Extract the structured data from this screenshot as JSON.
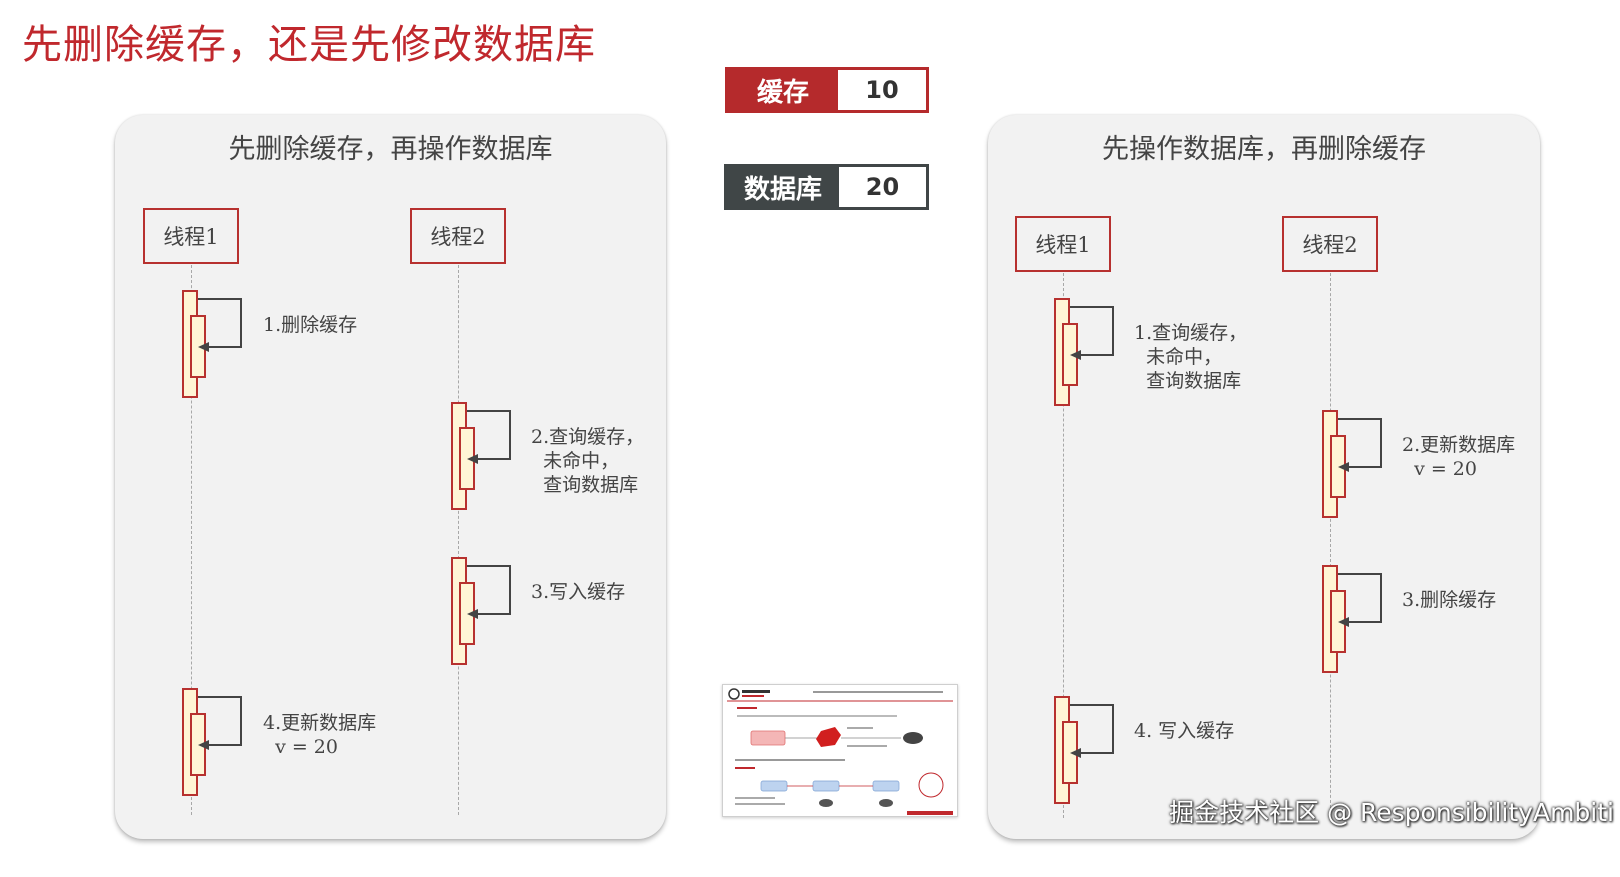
{
  "title": "先删除缓存，还是先修改数据库",
  "legend": {
    "cache": {
      "label": "缓存",
      "value": "10",
      "color": "#b52a2c"
    },
    "db": {
      "label": "数据库",
      "value": "20",
      "color": "#404647"
    }
  },
  "left_panel": {
    "title": "先删除缓存，再操作数据库",
    "thread1": "线程1",
    "thread2": "线程2",
    "steps": [
      "1.删除缓存",
      "2.查询缓存，\n  未命中，\n  查询数据库",
      "3.写入缓存",
      "4.更新数据库\n  v = 20"
    ]
  },
  "right_panel": {
    "title": "先操作数据库，再删除缓存",
    "thread1": "线程1",
    "thread2": "线程2",
    "steps": [
      "1.查询缓存，\n  未命中，\n  查询数据库",
      "2.更新数据库\n  v = 20",
      "3.删除缓存",
      "4. 写入缓存"
    ]
  },
  "watermark": "掘金技术社区 @ ResponsibilityAmbiti",
  "colors": {
    "accent": "#c0282d",
    "activation_fill": "#fff5d6",
    "panel_bg": "#f2f2f2"
  }
}
